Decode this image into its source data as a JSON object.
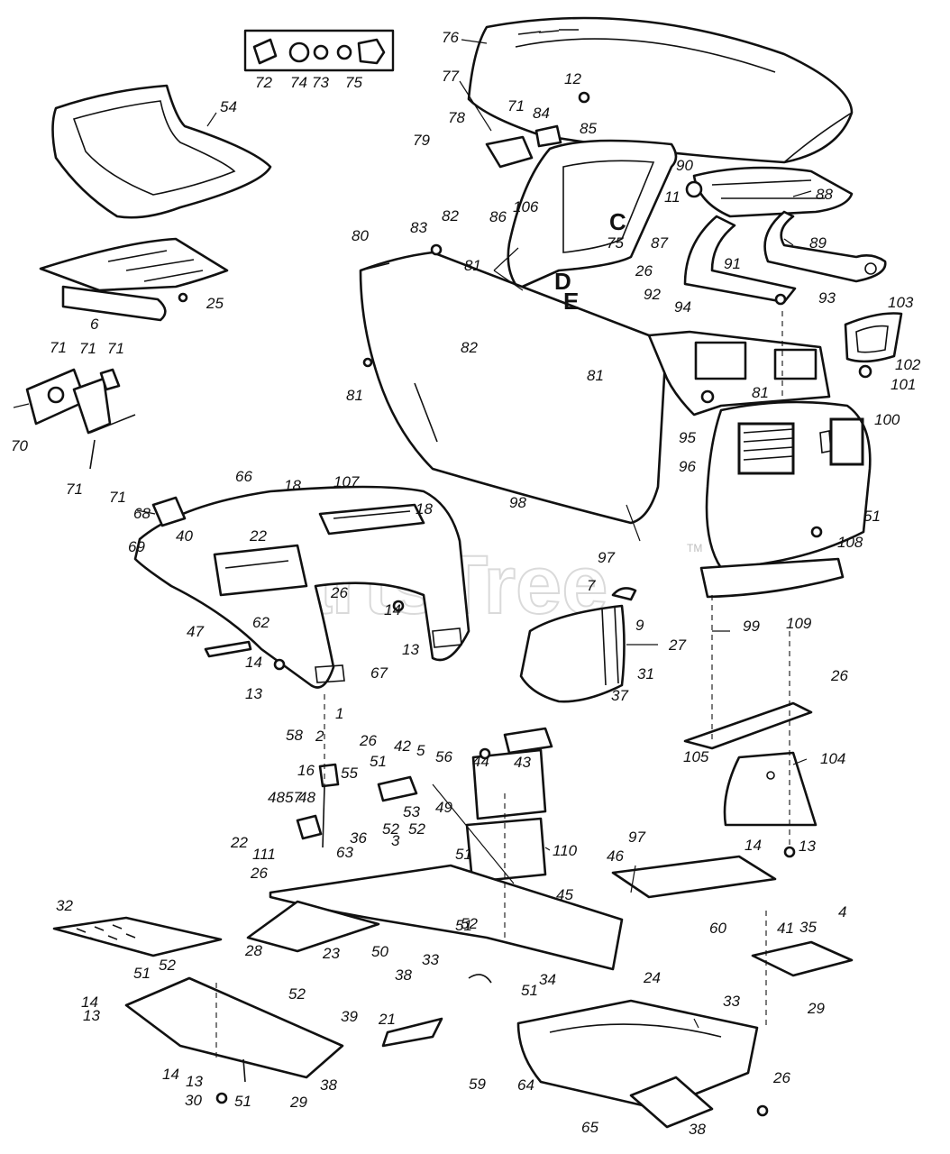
{
  "diagram": {
    "watermark": "PartsTree",
    "watermark_mark": "TM",
    "section_letters": [
      "C",
      "D",
      "E"
    ],
    "callouts": [
      "72",
      "74",
      "73",
      "75",
      "76",
      "12",
      "77",
      "78",
      "71",
      "84",
      "85",
      "79",
      "54",
      "106",
      "C",
      "75",
      "86",
      "90",
      "11",
      "87",
      "88",
      "83",
      "82",
      "80",
      "81",
      "26",
      "D",
      "E",
      "89",
      "91",
      "93",
      "103",
      "25",
      "6",
      "92",
      "94",
      "102",
      "101",
      "82",
      "81",
      "81",
      "81",
      "95",
      "100",
      "71",
      "71",
      "71",
      "70",
      "71",
      "71",
      "96",
      "98",
      "66",
      "107",
      "18",
      "18",
      "68",
      "22",
      "40",
      "26",
      "69",
      "51",
      "108",
      "97",
      "14",
      "13",
      "7",
      "62",
      "47",
      "9",
      "27",
      "99",
      "109",
      "26",
      "14",
      "13",
      "67",
      "31",
      "37",
      "2",
      "1",
      "58",
      "26",
      "42",
      "5",
      "56",
      "44",
      "43",
      "105",
      "104",
      "16",
      "55",
      "51",
      "53",
      "48",
      "57",
      "48",
      "52",
      "22",
      "36",
      "3",
      "49",
      "52",
      "110",
      "63",
      "111",
      "51",
      "26",
      "97",
      "46",
      "14",
      "13",
      "45",
      "32",
      "52",
      "51",
      "60",
      "41",
      "35",
      "4",
      "23",
      "50",
      "33",
      "28",
      "38",
      "29",
      "51",
      "52",
      "14",
      "13",
      "39",
      "21",
      "52",
      "51",
      "34",
      "24",
      "33",
      "14",
      "13",
      "30",
      "51",
      "29",
      "38",
      "59",
      "64",
      "26",
      "65",
      "38"
    ]
  }
}
